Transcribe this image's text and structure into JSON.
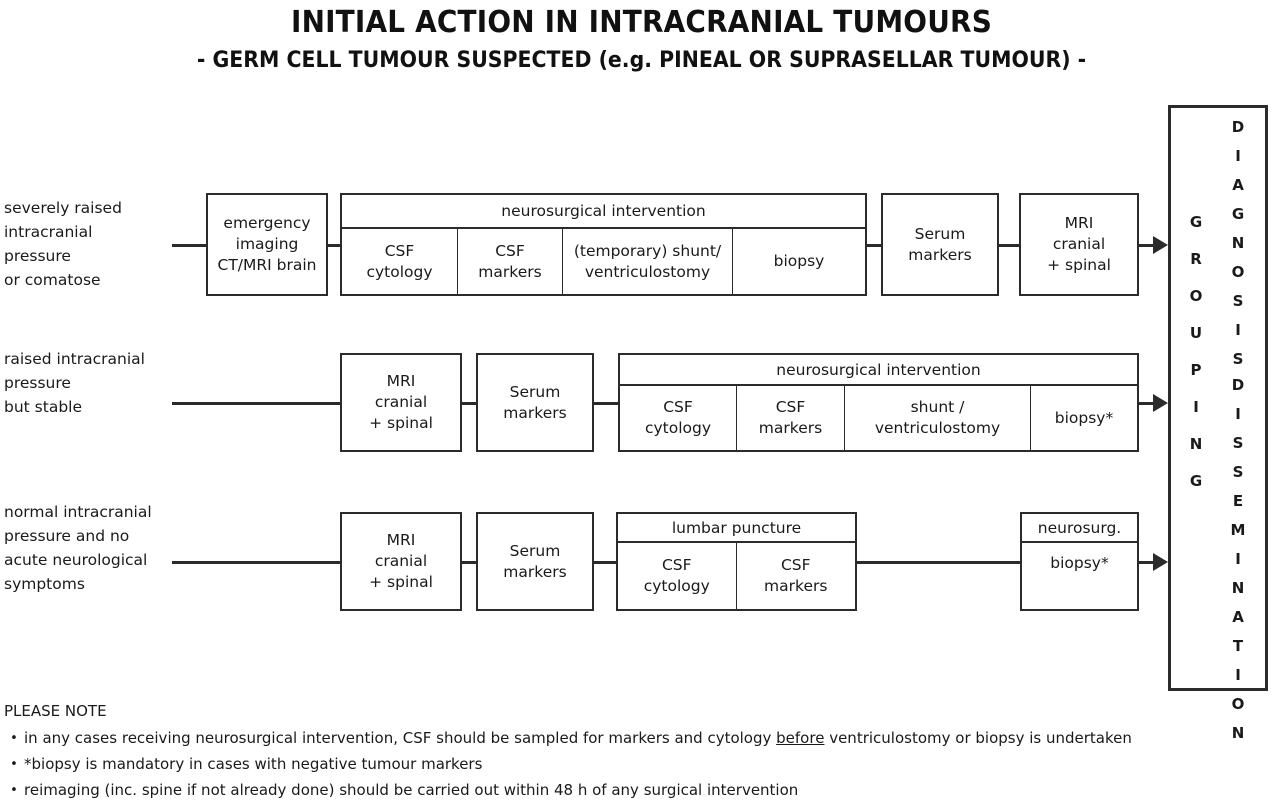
{
  "header": {
    "title": "INITIAL ACTION IN INTRACRANIAL TUMOURS",
    "subtitle": "- GERM CELL TUMOUR SUSPECTED (e.g. PINEAL OR SUPRASELLAR TUMOUR) -"
  },
  "rows": [
    {
      "label": "severely raised\nintracranial\npressure\nor comatose",
      "boxes": {
        "emergency_imaging": "emergency\nimaging\nCT/MRI brain",
        "group_header": "neurosurgical intervention",
        "cells": [
          "CSF\ncytology",
          "CSF\nmarkers",
          "(temporary) shunt/\nventriculostomy",
          "biopsy"
        ],
        "serum_markers": "Serum\nmarkers",
        "mri": "MRI\ncranial\n+ spinal"
      }
    },
    {
      "label": "raised intracranial\npressure\nbut stable",
      "boxes": {
        "mri": "MRI\ncranial\n+ spinal",
        "serum_markers": "Serum\nmarkers",
        "group_header": "neurosurgical intervention",
        "cells": [
          "CSF\ncytology",
          "CSF\nmarkers",
          "shunt /\nventriculostomy",
          "biopsy*"
        ]
      }
    },
    {
      "label": "normal intracranial\npressure and no\nacute neurological\nsymptoms",
      "boxes": {
        "mri": "MRI\ncranial\n+ spinal",
        "serum_markers": "Serum\nmarkers",
        "group_header": "lumbar puncture",
        "cells": [
          "CSF\ncytology",
          "CSF\nmarkers"
        ],
        "neurosurg_header": "neurosurg.",
        "neurosurg_body": "biopsy*"
      }
    }
  ],
  "outcome_panel": {
    "grouping": "GROUPING",
    "diagnosis": "DIAGNOSIS",
    "dissemination": "DISSEMINATION"
  },
  "notes": {
    "title": "PLEASE NOTE",
    "bullet": "•",
    "items": [
      {
        "pre": "in any cases receiving neurosurgical intervention, CSF should be sampled for markers and cytology ",
        "underlined": "before",
        "post": " ventriculostomy or biopsy is undertaken"
      },
      {
        "pre": "*biopsy is mandatory in cases with negative tumour markers",
        "underlined": "",
        "post": ""
      },
      {
        "pre": "reimaging (inc. spine if not already done) should be carried out within 48 h of any surgical intervention",
        "underlined": "",
        "post": ""
      }
    ]
  },
  "colors": {
    "ink": "#2b2b2b",
    "paper": "#ffffff"
  }
}
